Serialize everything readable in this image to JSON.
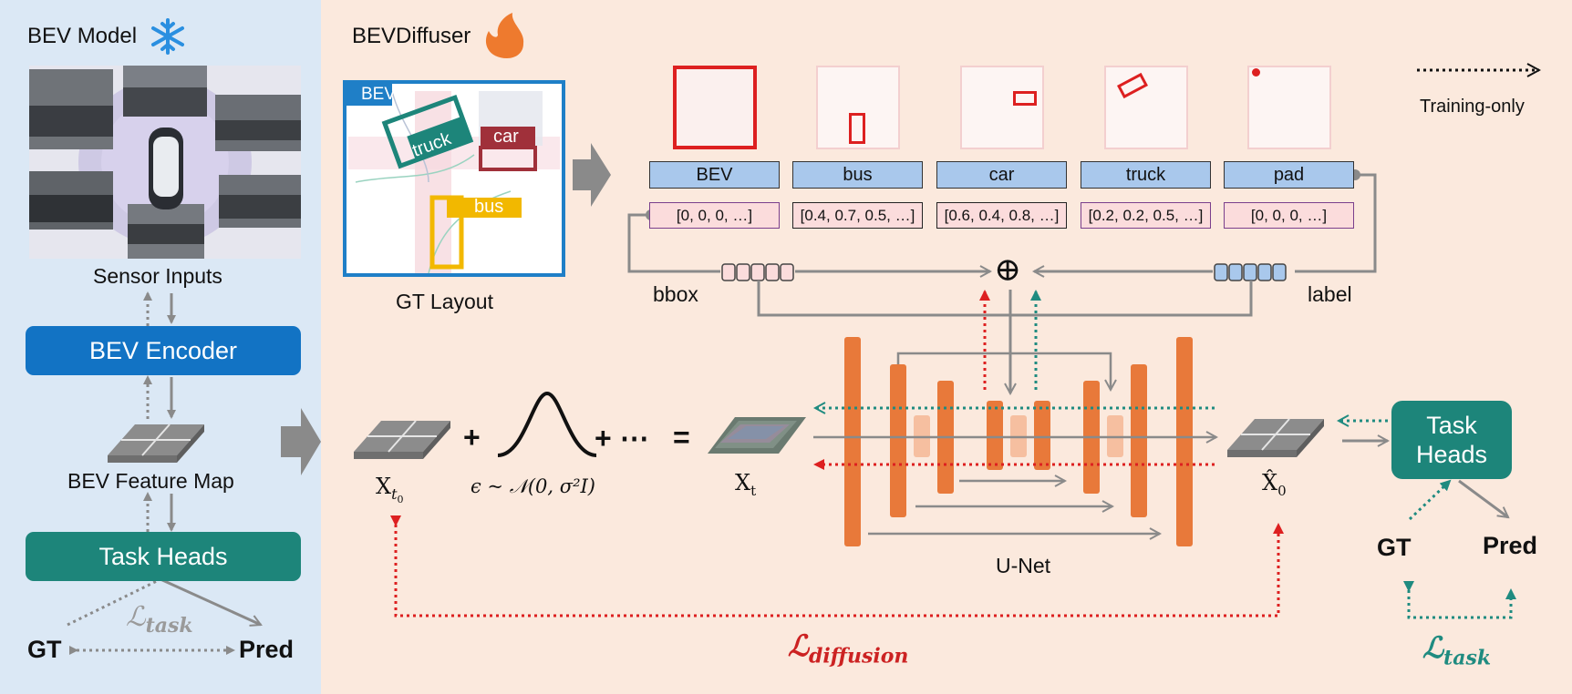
{
  "left": {
    "title": "BEV Model",
    "sensor_caption": "Sensor Inputs",
    "encoder_label": "BEV Encoder",
    "feature_caption": "BEV Feature Map",
    "task_heads_label": "Task Heads",
    "gt": "GT",
    "pred": "Pred",
    "loss": "ℒ",
    "loss_sub": "task"
  },
  "right": {
    "title": "BEVDiffuser",
    "legend": "Training-only",
    "gt_layout": {
      "tag": "BEV",
      "caption": "GT Layout",
      "objects": [
        "truck",
        "car",
        "bus"
      ]
    },
    "tokens": [
      {
        "label": "BEV",
        "bbox": "[0, 0, 0, …]"
      },
      {
        "label": "bus",
        "bbox": "[0.4, 0.7, 0.5, …]"
      },
      {
        "label": "car",
        "bbox": "[0.6, 0.4, 0.8, …]"
      },
      {
        "label": "truck",
        "bbox": "[0.2, 0.2, 0.5, …]"
      },
      {
        "label": "pad",
        "bbox": "[0, 0, 0, …]"
      }
    ],
    "bbox_label": "bbox",
    "label_label": "label",
    "oplus": "⊕",
    "x_t0": "X",
    "x_t0_sub": "t",
    "x_t0_subsub": "0",
    "noise": "ϵ ~ 𝒩(0, σ²I)",
    "plus1": "+",
    "plus2": "+ ⋯",
    "equals": "=",
    "x_t": "X",
    "x_t_sub": "t",
    "x_hat": "X̂",
    "x_hat_sub": "0",
    "unet_label": "U-Net",
    "task_heads_label": "Task Heads",
    "gt": "GT",
    "pred": "Pred",
    "loss_diffusion": "ℒ",
    "loss_diffusion_sub": "diffusion",
    "loss_task": "ℒ",
    "loss_task_sub": "task"
  },
  "colors": {
    "left_bg": "#dbe8f5",
    "right_bg": "#fbe9dd",
    "encoder_blue": "#1273c4",
    "task_teal": "#1d857a",
    "unet_orange": "#e8793a",
    "loss_red": "#cc2222",
    "loss_teal": "#1f8b80"
  }
}
